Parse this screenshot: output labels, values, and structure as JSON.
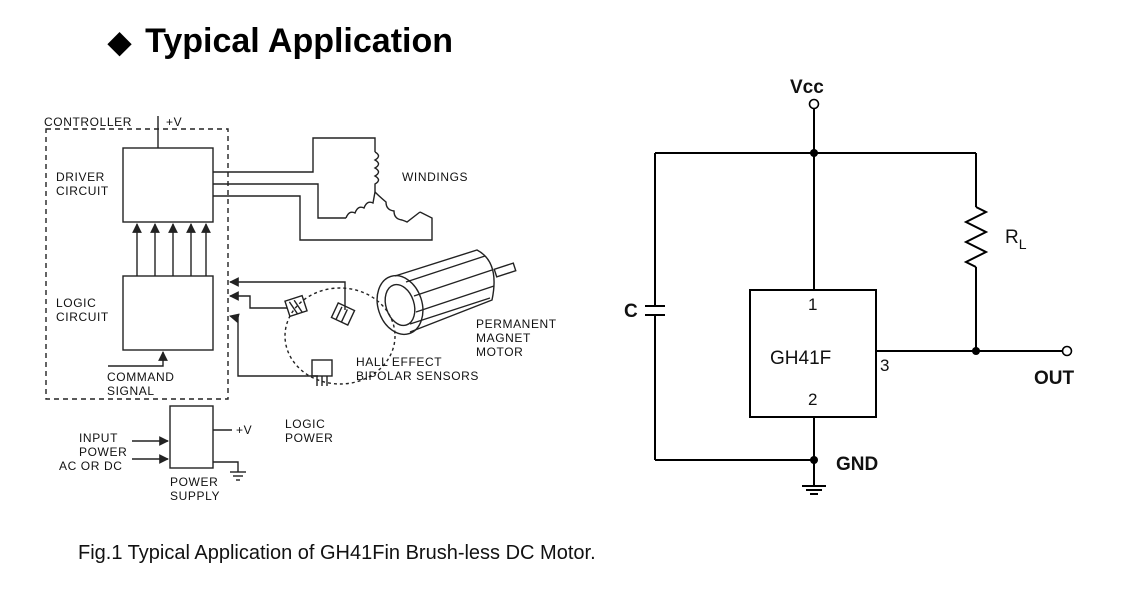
{
  "title": {
    "icon": "diamond-bullet-icon",
    "text": "Typical Application"
  },
  "left_diagram": {
    "controller": "CONTROLLER",
    "plus_v_top": "+V",
    "driver_line1": "DRIVER",
    "driver_line2": "CIRCUIT",
    "windings": "WINDINGS",
    "logic_line1": "LOGIC",
    "logic_line2": "CIRCUIT",
    "command_line1": "COMMAND",
    "command_line2": "SIGNAL",
    "motor_line1": "PERMANENT",
    "motor_line2": "MAGNET",
    "motor_line3": "MOTOR",
    "hall_line1": "HALL EFFECT",
    "hall_line2": "BIPOLAR SENSORS",
    "input_line1": "INPUT",
    "input_line2": "POWER",
    "input_line3": "AC OR DC",
    "plus_v_supply": "+V",
    "logic_power_line1": "LOGIC",
    "logic_power_line2": "POWER",
    "supply_line1": "POWER",
    "supply_line2": "SUPPLY"
  },
  "right_diagram": {
    "vcc": "Vcc",
    "r_main": "R",
    "r_sub": "L",
    "capacitor": "C",
    "chip": "GH41F",
    "chip_color": "#1a33b0",
    "pin1": "1",
    "pin2": "2",
    "pin3": "3",
    "out": "OUT",
    "gnd": "GND"
  },
  "caption": "Fig.1 Typical Application of GH41Fin Brush-less DC Motor."
}
